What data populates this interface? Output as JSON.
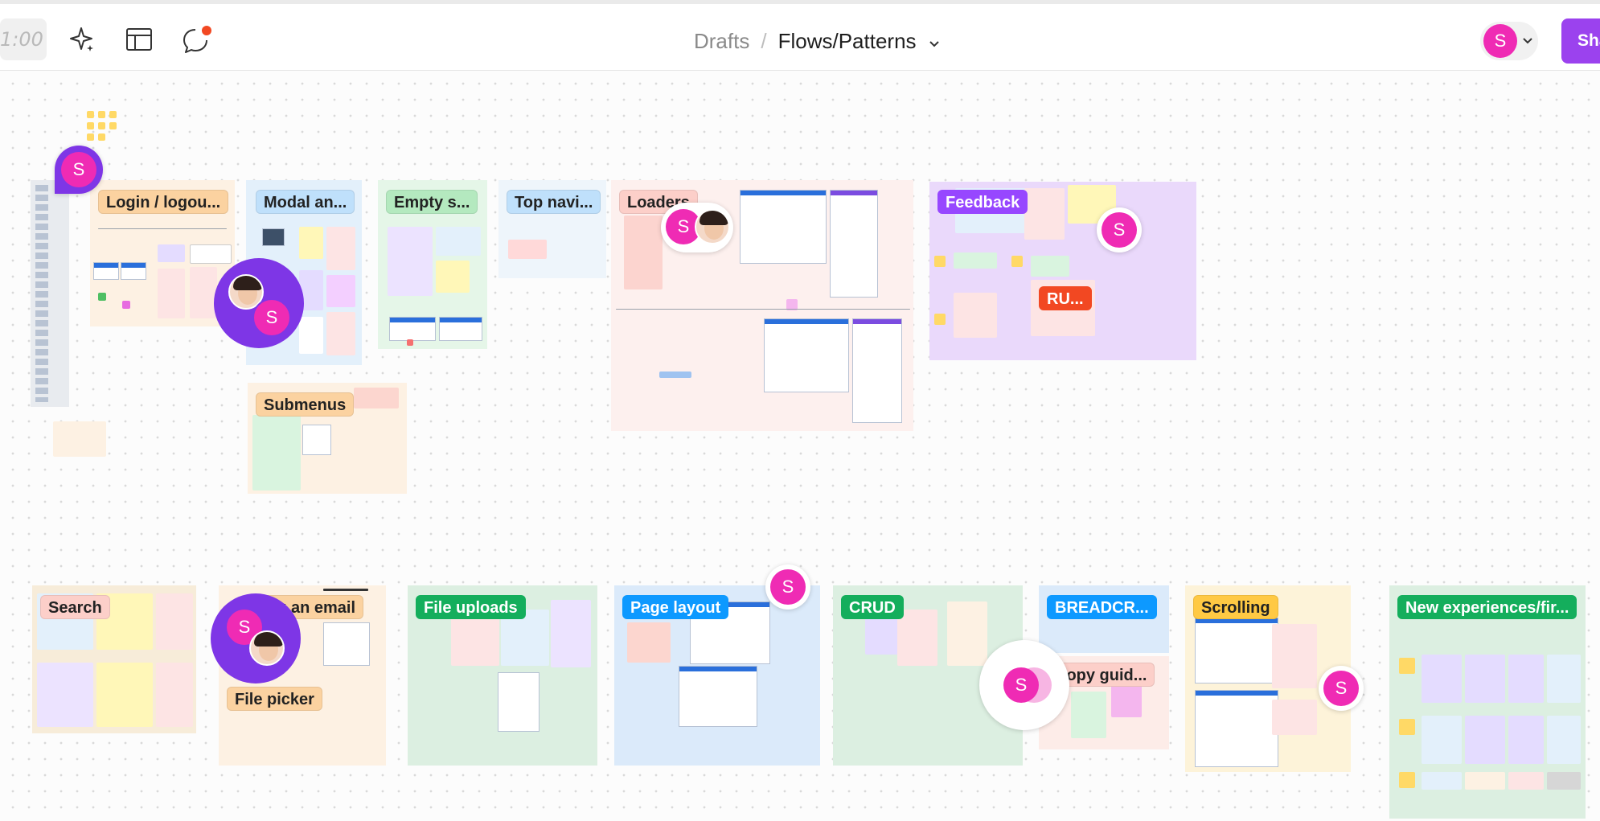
{
  "toolbar": {
    "timer": "1:00",
    "icons": [
      "ai-sparkle-icon",
      "layout-icon",
      "comment-icon"
    ],
    "notification_dot_color": "#f24822"
  },
  "breadcrumb": {
    "root": "Drafts",
    "separator": "/",
    "file": "Flows/Patterns"
  },
  "user": {
    "initial": "S",
    "color": "#ef2bb4"
  },
  "share_label": "Share",
  "sections": {
    "login": "Login / logou...",
    "modal": "Modal an...",
    "empty": "Empty s...",
    "topnav": "Top navi...",
    "loaders": "Loaders",
    "feedback": "Feedback",
    "ru": "RU...",
    "submenus": "Submenus",
    "search": "Search",
    "email": "ng an email",
    "filepicker": "File picker",
    "uploads": "File uploads",
    "pagelayout": "Page layout",
    "crud": "CRUD",
    "breadcr": "BREADCR...",
    "copyguid": "Copy guid...",
    "scrolling": "Scrolling",
    "newexp": "New experiences/fir..."
  },
  "collaborator": {
    "initial": "S"
  },
  "colors": {
    "accent": "#9b42ee",
    "avatar": "#ef2bb4",
    "bubble": "#7e36e6"
  }
}
